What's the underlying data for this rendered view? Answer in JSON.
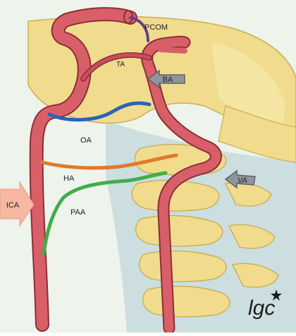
{
  "labels": {
    "pcom": "PCOM",
    "ta": "TA",
    "ba": "BA",
    "oa": "OA",
    "ha": "HA",
    "va": "VA",
    "paa": "PAA",
    "ica": "ICA"
  },
  "signature": "lgc",
  "colors": {
    "paper": "#eef3ec",
    "bone": "#f1dc8e",
    "bone_edge": "#c8ae55",
    "soft_tissue": "#c5d9dd",
    "artery": "#d85f68",
    "artery_edge": "#8b2e37",
    "pcom": "#6a3d8f",
    "oa": "#2b63b8",
    "ha": "#e07a2a",
    "paa": "#3fae4a",
    "arrow_gray": "#8f9599",
    "arrow_ica": "#f6b8a0"
  }
}
